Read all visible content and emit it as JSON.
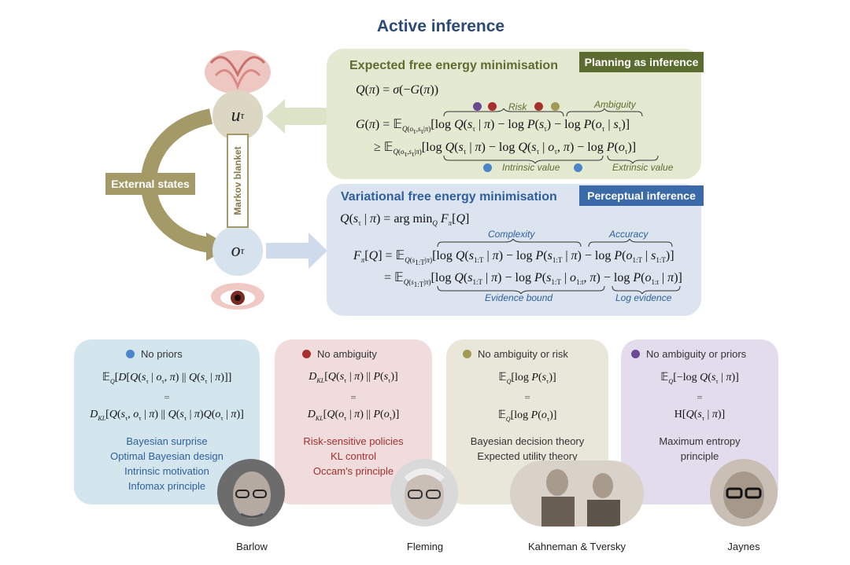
{
  "title": "Active inference",
  "diagram": {
    "external_states": "External states",
    "markov_blanket": "Markov blanket",
    "node_action": "u",
    "node_action_sub": "τ",
    "node_observation": "o",
    "node_observation_sub": "τ"
  },
  "efe_panel": {
    "title": "Expected free energy minimisation",
    "badge": "Planning as inference",
    "labels": {
      "risk": "Risk",
      "ambiguity": "Ambiguity",
      "intrinsic_value": "Intrinsic value",
      "extrinsic_value": "Extrinsic value"
    }
  },
  "vfe_panel": {
    "title": "Variational free energy minimisation",
    "badge": "Perceptual inference",
    "labels": {
      "complexity": "Complexity",
      "accuracy": "Accuracy",
      "evidence_bound": "Evidence bound",
      "log_evidence": "Log evidence"
    }
  },
  "cards": [
    {
      "heading": "No priors",
      "dot_color": "#4a86c8",
      "concepts": [
        "Bayesian surprise",
        "Optimal Bayesian design",
        "Intrinsic motivation",
        "Infomax principle"
      ],
      "person": "Barlow"
    },
    {
      "heading": "No ambiguity",
      "dot_color": "#a8302c",
      "concepts": [
        "Risk-sensitive policies",
        "KL control",
        "Occam's principle"
      ],
      "person": "Fleming"
    },
    {
      "heading": "No ambiguity or risk",
      "dot_color": "#a09a55",
      "concepts": [
        "Bayesian decision theory",
        "Expected utility theory"
      ],
      "person": "Kahneman & Tversky"
    },
    {
      "heading": "No ambiguity or priors",
      "dot_color": "#6b4a94",
      "concepts": [
        "Maximum entropy",
        "principle"
      ],
      "person": "Jaynes"
    }
  ],
  "colors": {
    "title": "#2b4a78",
    "efe_panel": "#e4e9d2",
    "vfe_panel": "#dbe4ef",
    "olive": "#a49a68",
    "planning_badge": "#5c6b2f",
    "perceptual_badge": "#3a6aa8"
  }
}
